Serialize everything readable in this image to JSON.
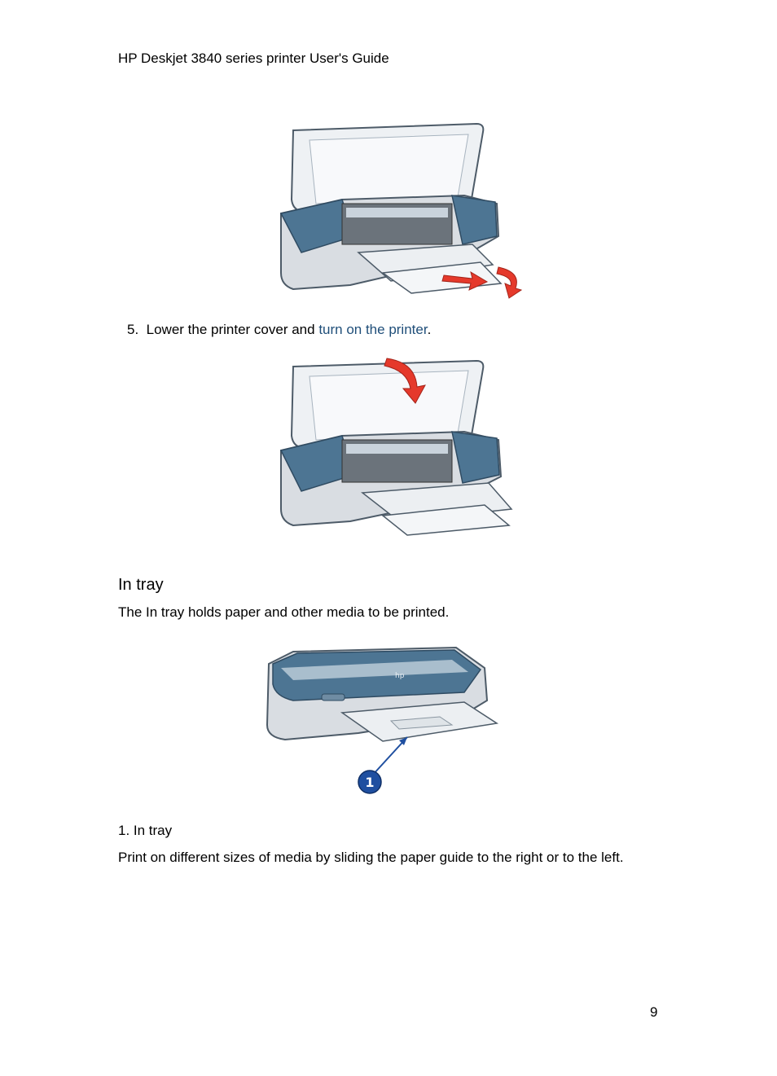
{
  "header": {
    "title": "HP Deskjet 3840 series printer User's Guide"
  },
  "step5": {
    "number": "5.",
    "text_before": "Lower the printer cover and ",
    "link": "turn on the printer",
    "text_after": "."
  },
  "in_tray": {
    "heading": "In tray",
    "description": "The In tray holds paper and other media to be printed.",
    "callout_number": "1",
    "caption": "1. In tray",
    "note": "Print on different sizes of media by sliding the paper guide to the right or to the left."
  },
  "page_number": "9",
  "colors": {
    "link": "#1f4e79",
    "printer_blue": "#4d7593",
    "arrow_red": "#e5392b",
    "callout_blue": "#1f4fa0"
  }
}
